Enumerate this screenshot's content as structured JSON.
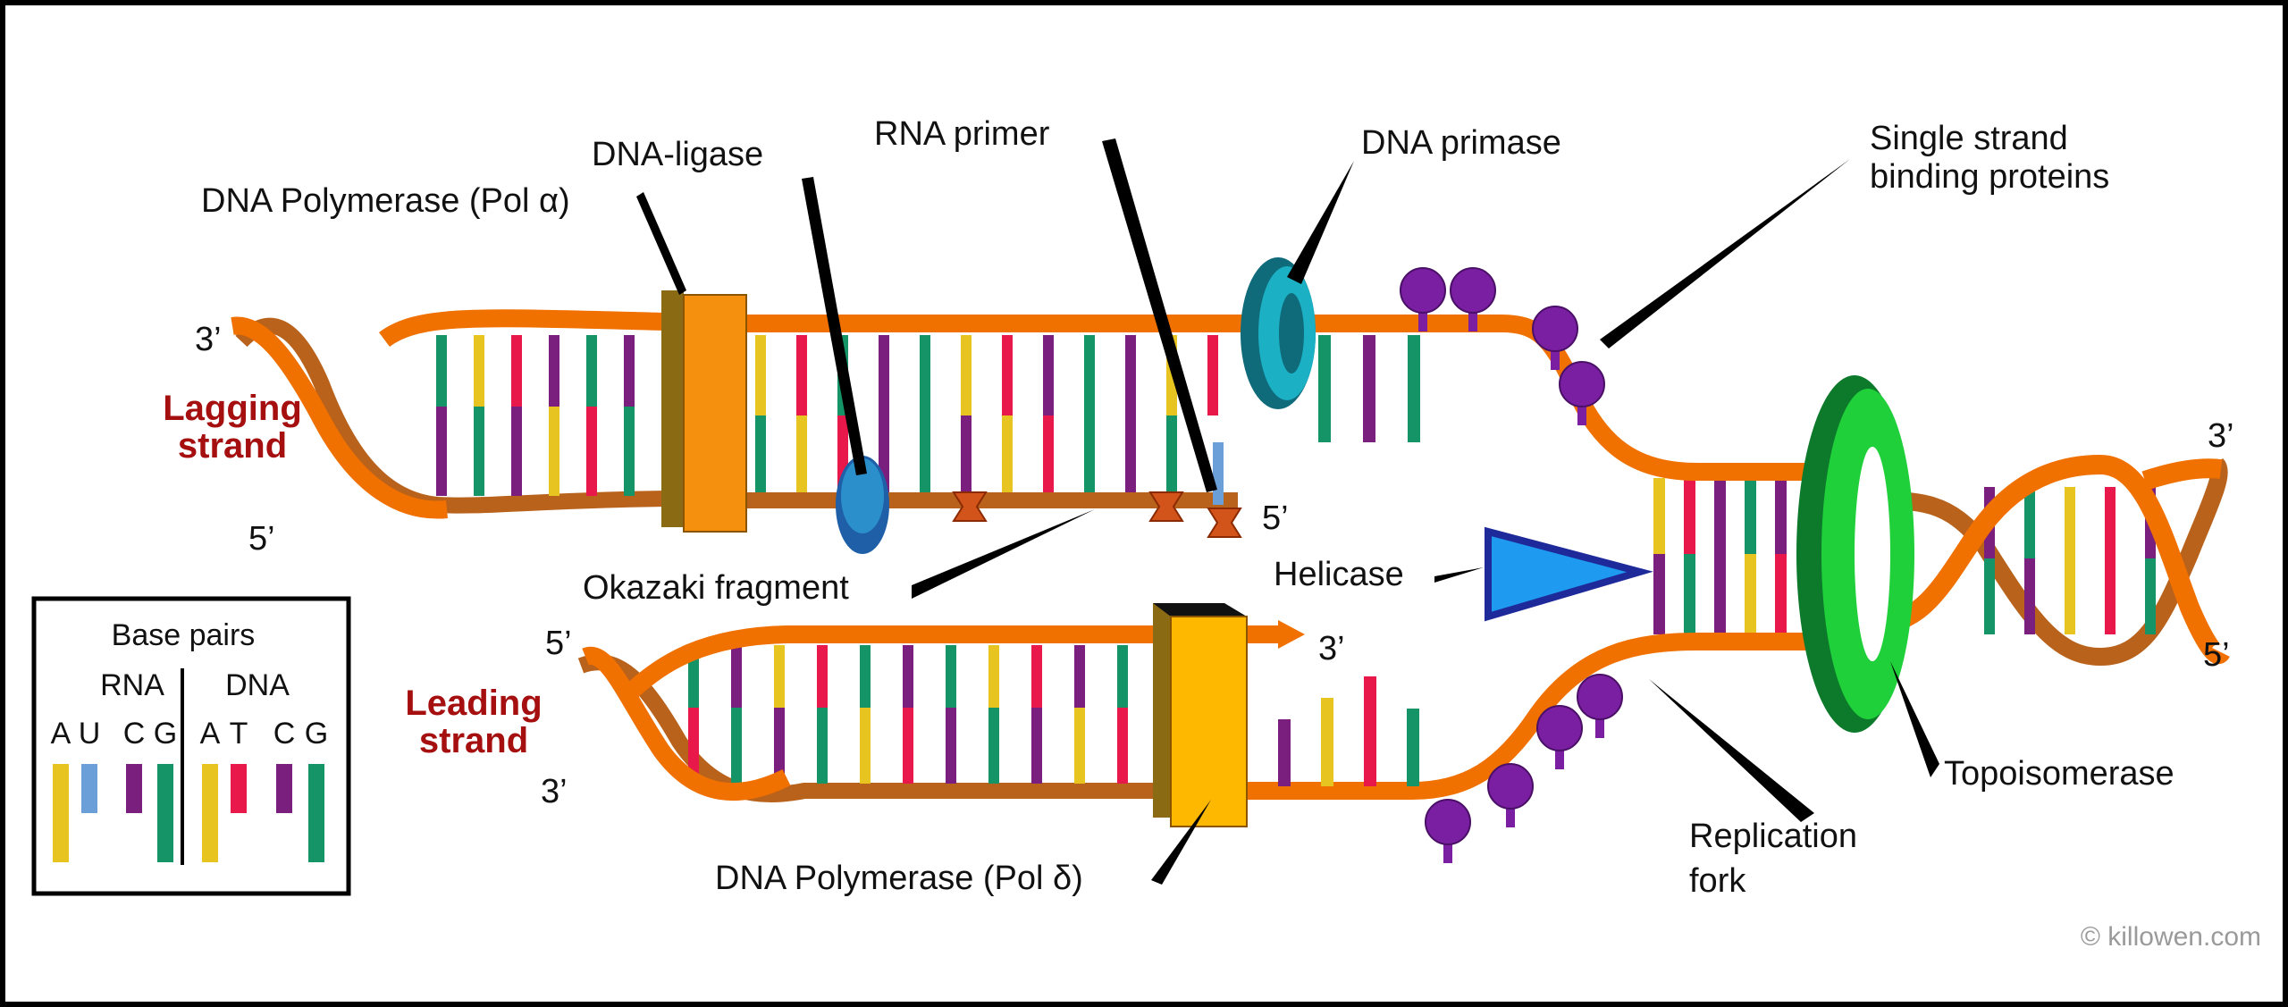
{
  "colors": {
    "backbone": "#F07000",
    "backbone_dark": "#B8621B",
    "strand_label": "#A50F0F",
    "A": "#E8C420",
    "U": "#6A9FD8",
    "C": "#7B1F7E",
    "G": "#149467",
    "T": "#E8184A",
    "pol_alpha": "#F5900F",
    "pol_delta": "#FFB800",
    "ligase": "#2A8FCB",
    "primase": "#1596A8",
    "ssb": "#7A1FA2",
    "helicase": "#1E9BF0",
    "topoisomerase": "#16A53A",
    "primer": "#D2541A",
    "frame": "#000000",
    "credit": "#9a9a9a"
  },
  "labels": {
    "pol_alpha": "DNA Polymerase (Pol α)",
    "ligase": "DNA-ligase",
    "rna_primer": "RNA primer",
    "primase": "DNA primase",
    "ssb_line1": "Single strand",
    "ssb_line2": "binding proteins",
    "okazaki": "Okazaki fragment",
    "helicase": "Helicase",
    "pol_delta": "DNA Polymerase (Pol δ)",
    "replication_fork_line1": "Replication",
    "replication_fork_line2": "fork",
    "topoisomerase": "Topoisomerase"
  },
  "strands": {
    "lagging_line1": "Lagging",
    "lagging_line2": "strand",
    "leading_line1": "Leading",
    "leading_line2": "strand"
  },
  "ends": {
    "lagging_left_top": "3’",
    "lagging_left_bottom": "5’",
    "lagging_primer": "5’",
    "right_top": "3’",
    "right_bottom": "5’",
    "leading_left_top": "5’",
    "leading_left_bottom": "3’",
    "leading_arrow": "3’"
  },
  "legend": {
    "title": "Base pairs",
    "rna_heading": "RNA",
    "dna_heading": "DNA",
    "rna_bases": [
      "A",
      "U",
      "C",
      "G"
    ],
    "dna_bases": [
      "A",
      "T",
      "C",
      "G"
    ]
  },
  "credit": "© killowen.com"
}
